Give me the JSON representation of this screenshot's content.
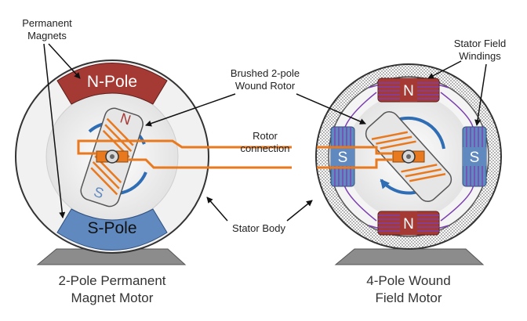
{
  "labels": {
    "permanent_magnets": [
      "Permanent",
      "Magnets"
    ],
    "stator_field_windings": [
      "Stator Field",
      "Windings"
    ],
    "brushed_rotor": [
      "Brushed 2-pole",
      "Wound Rotor"
    ],
    "rotor_connection": [
      "Rotor",
      "connection"
    ],
    "stator_body": "Stator Body"
  },
  "poles": {
    "left_top": "N-Pole",
    "left_bottom": "S-Pole",
    "rotor_n": "N",
    "rotor_s": "S",
    "right_top": "N",
    "right_bottom": "N",
    "right_left": "S",
    "right_right": "S"
  },
  "captions": {
    "left": [
      "2-Pole Permanent",
      "Magnet Motor"
    ],
    "right": [
      "4-Pole Wound",
      "Field Motor"
    ]
  },
  "colors": {
    "n_pole": "#a53a35",
    "s_pole": "#5f87bd",
    "copper": "#e8791e",
    "stator_ring": "#f2f2f2",
    "outline": "#333333",
    "rotation_arrow": "#2f6db5",
    "field_coil": "#7b3fb0",
    "base": "#808080"
  }
}
